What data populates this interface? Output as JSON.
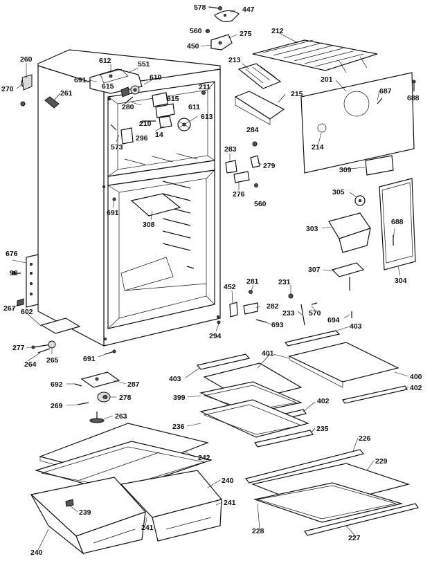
{
  "diagram": {
    "labels": [
      "578",
      "447",
      "560",
      "275",
      "450",
      "212",
      "260",
      "612",
      "551",
      "213",
      "691",
      "615",
      "610",
      "201",
      "270",
      "261",
      "615",
      "211",
      "215",
      "687",
      "688",
      "280",
      "611",
      "613",
      "210",
      "14",
      "573",
      "296",
      "284",
      "214",
      "283",
      "279",
      "309",
      "276",
      "560",
      "305",
      "691",
      "308",
      "688",
      "303",
      "676",
      "307",
      "304",
      "96",
      "452",
      "281",
      "231",
      "282",
      "267",
      "602",
      "570",
      "233",
      "693",
      "694",
      "403",
      "294",
      "277",
      "401",
      "264",
      "265",
      "691",
      "400",
      "403",
      "402",
      "692",
      "287",
      "399",
      "402",
      "269",
      "278",
      "263",
      "236",
      "235",
      "226",
      "242",
      "229",
      "240",
      "241",
      "239",
      "228",
      "241",
      "227",
      "240"
    ]
  }
}
